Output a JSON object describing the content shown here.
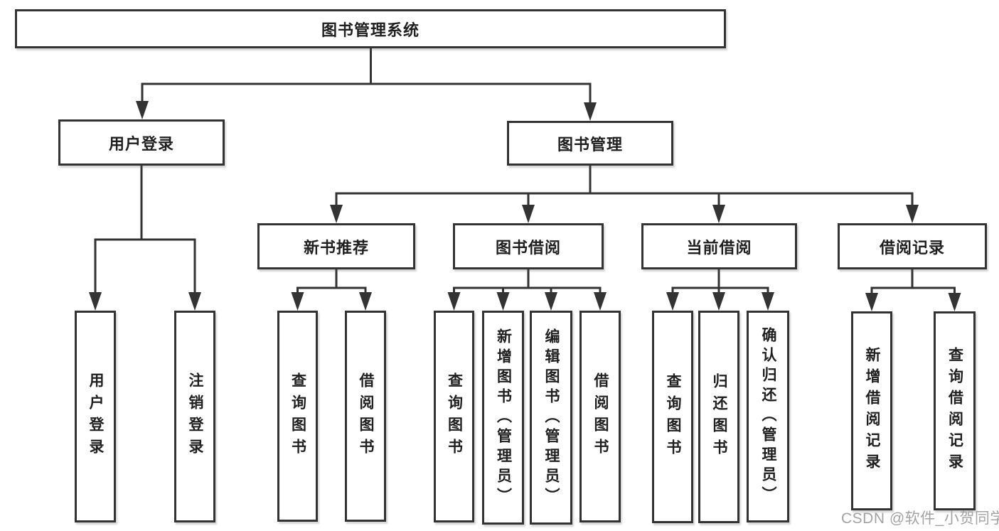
{
  "diagram": {
    "title_node": {
      "label": "图书管理系统"
    },
    "level2": [
      {
        "label": "用户登录"
      },
      {
        "label": "图书管理"
      }
    ],
    "level3": [
      {
        "label": "新书推荐"
      },
      {
        "label": "图书借阅"
      },
      {
        "label": "当前借阅"
      },
      {
        "label": "借阅记录"
      }
    ],
    "leaves": [
      {
        "label": "用户登录"
      },
      {
        "label": "注销登录"
      },
      {
        "label": "查询图书"
      },
      {
        "label": "借阅图书"
      },
      {
        "label": "查询图书"
      },
      {
        "label": "新增图书（管理员）"
      },
      {
        "label": "编辑图书（管理员）"
      },
      {
        "label": "借阅图书"
      },
      {
        "label": "查询图书"
      },
      {
        "label": "归还图书"
      },
      {
        "label": "确认归还（管理员）"
      },
      {
        "label": "新增借阅记录"
      },
      {
        "label": "查询借阅记录"
      }
    ]
  },
  "watermark": {
    "text": "CSDN @软件_小贺同学"
  },
  "colors": {
    "line": "#333333",
    "text": "#1f1f1f",
    "watermark": "#a3a3a3",
    "background": "#ffffff"
  }
}
